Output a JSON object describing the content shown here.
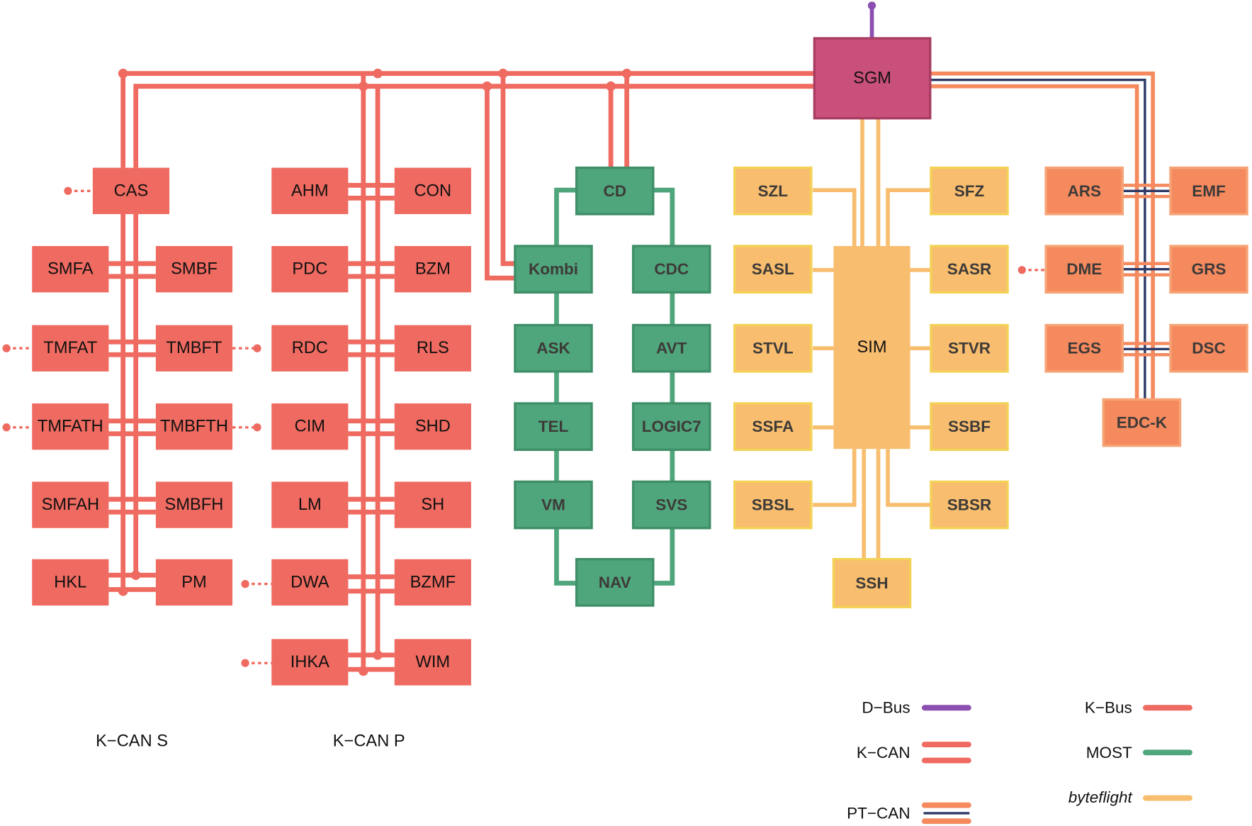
{
  "colors": {
    "d_bus": "#8a4fb0",
    "k_can": "#ef6a60",
    "k_bus": "#ef6a60",
    "most": "#4fa57c",
    "byteflight": "#f8bd6e",
    "pt_can": "#f58a5f",
    "pt_can_core": "#2f3a66",
    "sgm": "#c9507a"
  },
  "gateway": {
    "label": "SGM"
  },
  "k_can_s": {
    "label": "K−CAN S",
    "modules": [
      "CAS",
      "SMFA",
      "SMBF",
      "TMFAT",
      "TMBFT",
      "TMFATH",
      "TMBFTH",
      "SMFAH",
      "SMBFH",
      "HKL",
      "PM"
    ]
  },
  "k_can_p": {
    "label": "K−CAN P",
    "modules": [
      "AHM",
      "CON",
      "PDC",
      "BZM",
      "RDC",
      "RLS",
      "CIM",
      "SHD",
      "LM",
      "SH",
      "DWA",
      "BZMF",
      "IHKA",
      "WIM"
    ]
  },
  "most": {
    "modules": [
      "CD",
      "Kombi",
      "CDC",
      "ASK",
      "AVT",
      "TEL",
      "LOGIC7",
      "VM",
      "SVS",
      "NAV"
    ]
  },
  "byteflight": {
    "modules": [
      "SIM",
      "SZL",
      "SFZ",
      "SASL",
      "SASR",
      "STVL",
      "STVR",
      "SSFA",
      "SSBF",
      "SBSL",
      "SBSR",
      "SSH"
    ]
  },
  "pt_can": {
    "modules": [
      "ARS",
      "EMF",
      "DME",
      "GRS",
      "EGS",
      "DSC",
      "EDC-K"
    ]
  },
  "legend": [
    {
      "label": "D−Bus",
      "style": "d_bus"
    },
    {
      "label": "K−CAN",
      "style": "k_can"
    },
    {
      "label": "PT−CAN",
      "style": "pt_can"
    },
    {
      "label": "K−Bus",
      "style": "k_bus"
    },
    {
      "label": "MOST",
      "style": "most"
    },
    {
      "label": "byteflight",
      "style": "byteflight"
    }
  ]
}
